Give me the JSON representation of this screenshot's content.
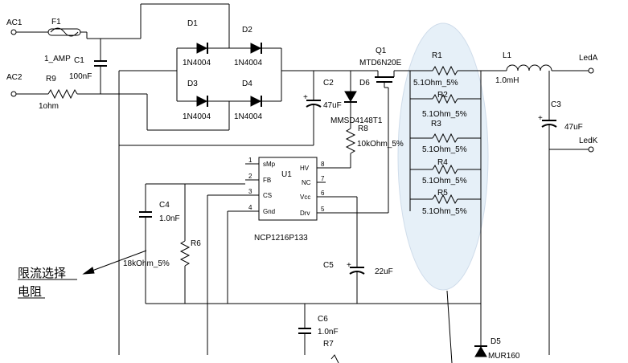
{
  "terminals": {
    "ac1": "AC1",
    "ac2": "AC2",
    "led_a": "LedA",
    "led_k": "LedK"
  },
  "components": {
    "f1": {
      "ref": "F1",
      "value": "1_AMP"
    },
    "r9": {
      "ref": "R9",
      "value": "1ohm"
    },
    "c1": {
      "ref": "C1",
      "value": "100nF"
    },
    "d1": {
      "ref": "D1",
      "value": "1N4004"
    },
    "d2": {
      "ref": "D2",
      "value": "1N4004"
    },
    "d3": {
      "ref": "D3",
      "value": "1N4004"
    },
    "d4": {
      "ref": "D4",
      "value": "1N4004"
    },
    "c2": {
      "ref": "C2",
      "value": "47uF"
    },
    "d6": {
      "ref": "D6",
      "value": "MMSD4148T1"
    },
    "q1": {
      "ref": "Q1",
      "value": "MTD6N20E"
    },
    "r8": {
      "ref": "R8",
      "value": "10kOhm_5%"
    },
    "r1": {
      "ref": "R1",
      "value": "5.1Ohm_5%"
    },
    "r2": {
      "ref": "R2",
      "value": "5.1Ohm_5%"
    },
    "r3": {
      "ref": "R3",
      "value": "5.1Ohm_5%"
    },
    "r4": {
      "ref": "R4",
      "value": "5.1Ohm_5%"
    },
    "r5": {
      "ref": "R5",
      "value": "5.1Ohm_5%"
    },
    "l1": {
      "ref": "L1",
      "value": "1.0mH"
    },
    "c3": {
      "ref": "C3",
      "value": "47uF"
    },
    "c4": {
      "ref": "C4",
      "value": "1.0nF"
    },
    "r6": {
      "ref": "R6",
      "value": "18kOhm_5%"
    },
    "c5": {
      "ref": "C5",
      "value": "22uF"
    },
    "c6": {
      "ref": "C6",
      "value": "1.0nF"
    },
    "r7": {
      "ref": "R7",
      "value": ""
    },
    "d5": {
      "ref": "D5",
      "value": "MUR160"
    },
    "u1": {
      "ref": "U1",
      "part": "NCP1216P133",
      "pins": [
        {
          "num": "1",
          "name": "sMp"
        },
        {
          "num": "2",
          "name": "FB"
        },
        {
          "num": "3",
          "name": "CS"
        },
        {
          "num": "4",
          "name": "Gnd"
        },
        {
          "num": "8",
          "name": "HV"
        },
        {
          "num": "7",
          "name": "NC"
        },
        {
          "num": "6",
          "name": "Vcc"
        },
        {
          "num": "5",
          "name": "Drv"
        }
      ]
    }
  },
  "annotation": {
    "line1": "限流选择",
    "line2": "电阻"
  },
  "colors": {
    "wire": "#000000",
    "highlight_fill": "#e6f0f8",
    "highlight_stroke": "#cfdcea"
  }
}
